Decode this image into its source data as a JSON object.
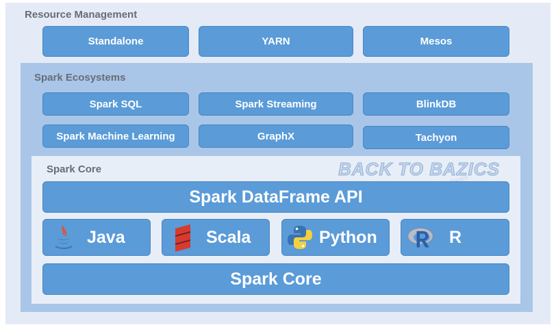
{
  "resource_management": {
    "title": "Resource Management",
    "items": [
      "Standalone",
      "YARN",
      "Mesos"
    ]
  },
  "spark_ecosystems": {
    "title": "Spark Ecosystems",
    "row1": [
      "Spark SQL",
      "Spark Streaming",
      "BlinkDB"
    ],
    "row2": [
      "Spark Machine Learning",
      "GraphX",
      "Tachyon"
    ]
  },
  "spark_core_section": {
    "title": "Spark Core",
    "dataframe_api": "Spark DataFrame API",
    "languages": [
      {
        "label": "Java",
        "icon": "java-icon"
      },
      {
        "label": "Scala",
        "icon": "scala-icon"
      },
      {
        "label": "Python",
        "icon": "python-icon"
      },
      {
        "label": "R",
        "icon": "r-icon"
      }
    ],
    "core": "Spark Core"
  },
  "watermark": {
    "text": "BACK TO BAZICS",
    "signature": "BacktoBazics"
  },
  "colors": {
    "box": "#5a9bd8",
    "outer_panel": "#e4ebf6",
    "ecosystem_panel": "#a9c6e8",
    "core_panel": "#e8eef7",
    "title_text": "#666d75"
  }
}
